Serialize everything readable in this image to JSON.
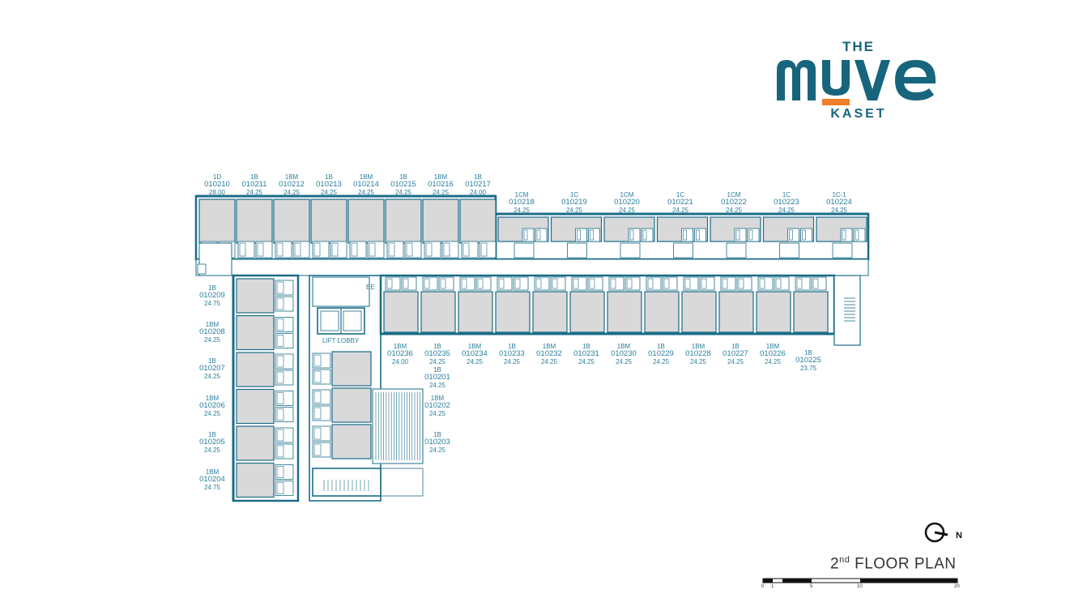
{
  "logo": {
    "top": "THE",
    "main": "MUVE",
    "bottom": "KASET"
  },
  "colors": {
    "wall": "#1b6c88",
    "unit_fill": "#d9d9d9",
    "accent": "#f07e26",
    "brand": "#17657d"
  },
  "floor": {
    "ordinal": "2",
    "suffix": "nd",
    "title": "FLOOR PLAN"
  },
  "compass": {
    "label": "N"
  },
  "scale": {
    "ticks": [
      "0",
      "1",
      "5",
      "10",
      "20"
    ]
  },
  "labels": {
    "lift_lobby": "LIFT LOBBY",
    "ee": "EE"
  },
  "units_top_left": [
    {
      "type": "1D",
      "code": "010210",
      "area": "28.00"
    },
    {
      "type": "1B",
      "code": "010211",
      "area": "24.25"
    },
    {
      "type": "1BM",
      "code": "010212",
      "area": "24.25"
    },
    {
      "type": "1B",
      "code": "010213",
      "area": "24.25"
    },
    {
      "type": "1BM",
      "code": "010214",
      "area": "24.25"
    },
    {
      "type": "1B",
      "code": "010215",
      "area": "24.25"
    },
    {
      "type": "1BM",
      "code": "010216",
      "area": "24.25"
    },
    {
      "type": "1B",
      "code": "010217",
      "area": "24.00"
    }
  ],
  "units_top_right": [
    {
      "type": "1CM",
      "code": "010218",
      "area": "24.25"
    },
    {
      "type": "1C",
      "code": "010219",
      "area": "24.25"
    },
    {
      "type": "1CM",
      "code": "010220",
      "area": "24.25"
    },
    {
      "type": "1C",
      "code": "010221",
      "area": "24.25"
    },
    {
      "type": "1CM",
      "code": "010222",
      "area": "24.25"
    },
    {
      "type": "1C",
      "code": "010223",
      "area": "24.25"
    },
    {
      "type": "1C-1",
      "code": "010224",
      "area": "24.25"
    }
  ],
  "units_bottom": [
    {
      "type": "1BM",
      "code": "010236",
      "area": "24.00"
    },
    {
      "type": "1B",
      "code": "010235",
      "area": "24.25"
    },
    {
      "type": "1BM",
      "code": "010234",
      "area": "24.25"
    },
    {
      "type": "1B",
      "code": "010233",
      "area": "24.25"
    },
    {
      "type": "1BM",
      "code": "010232",
      "area": "24.25"
    },
    {
      "type": "1B",
      "code": "010231",
      "area": "24.25"
    },
    {
      "type": "1BM",
      "code": "010230",
      "area": "24.25"
    },
    {
      "type": "1B",
      "code": "010229",
      "area": "24.25"
    },
    {
      "type": "1BM",
      "code": "010228",
      "area": "24.25"
    },
    {
      "type": "1B",
      "code": "010227",
      "area": "24.25"
    },
    {
      "type": "1BM",
      "code": "010226",
      "area": "24.25"
    },
    {
      "type": "1B",
      "code": "010225",
      "area": "23.75"
    }
  ],
  "units_left": [
    {
      "type": "1B",
      "code": "010209",
      "area": "24.75"
    },
    {
      "type": "1BM",
      "code": "010208",
      "area": "24.25"
    },
    {
      "type": "1B",
      "code": "010207",
      "area": "24.25"
    },
    {
      "type": "1BM",
      "code": "010206",
      "area": "24.25"
    },
    {
      "type": "1B",
      "code": "010205",
      "area": "24.25"
    },
    {
      "type": "1BM",
      "code": "010204",
      "area": "24.75"
    }
  ],
  "units_inner": [
    {
      "type": "1B",
      "code": "010201",
      "area": "24.25"
    },
    {
      "type": "1BM",
      "code": "010202",
      "area": "24.25"
    },
    {
      "type": "1B",
      "code": "010203",
      "area": "24.25"
    }
  ]
}
